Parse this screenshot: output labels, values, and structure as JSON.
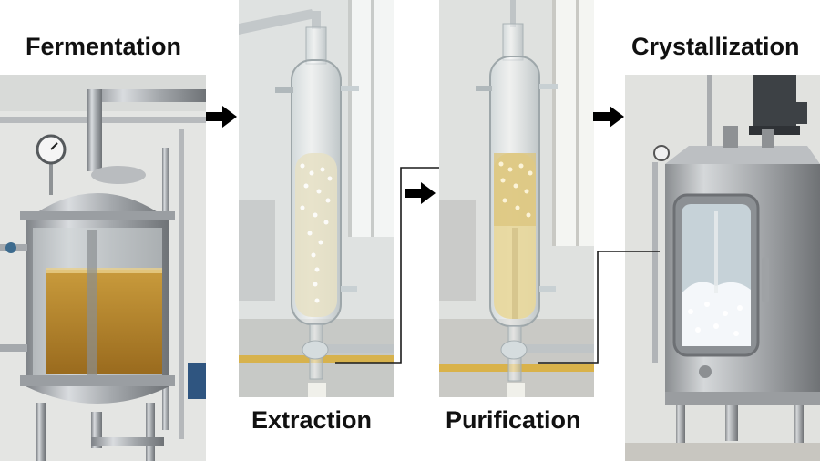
{
  "stages": {
    "fermentation": {
      "label": "Fermentation"
    },
    "extraction": {
      "label": "Extraction"
    },
    "purification": {
      "label": "Purification"
    },
    "crystallization": {
      "label": "Crystallization"
    }
  },
  "colors": {
    "label_text": "#111111",
    "arrow": "#000000",
    "connector_line": "#1a1a1a",
    "fermentation_liquid": "#b8862e",
    "extraction_liquid": "#e6e0c4",
    "purification_liquid": "#e8d79a",
    "crystal": "#f4f7fa",
    "steel": "#a9adb1",
    "wall": "#e3e5e4"
  },
  "icons": [
    "arrow-right-icon",
    "pressure-gauge-icon",
    "motor-icon"
  ]
}
